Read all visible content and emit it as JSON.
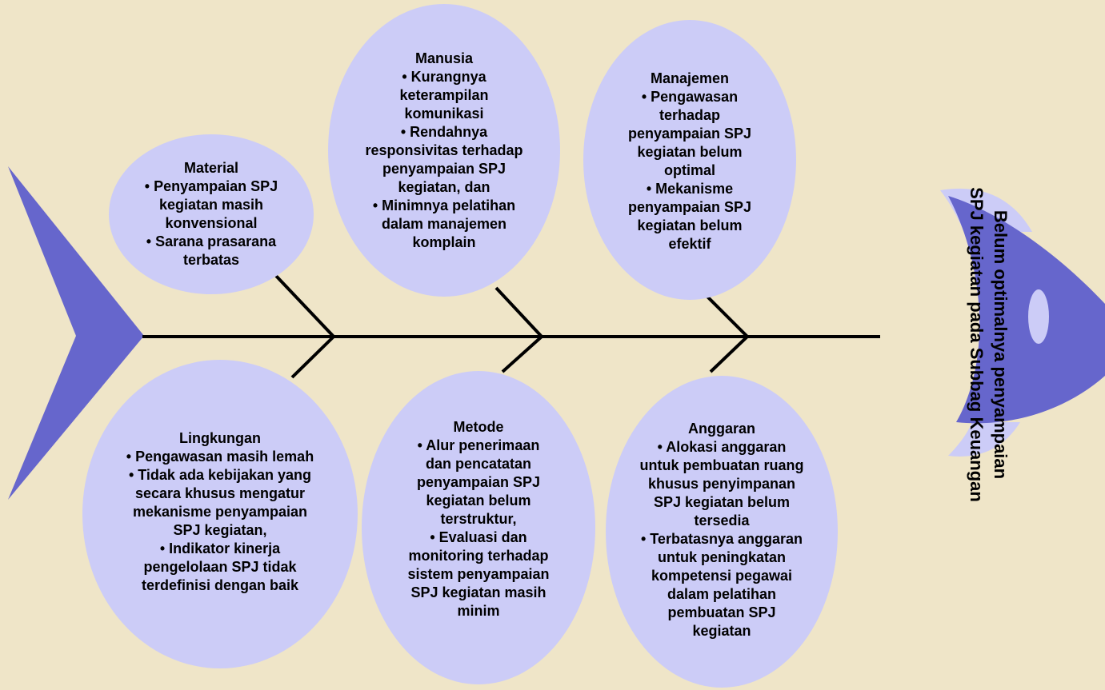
{
  "colors": {
    "background": "#efe5c8",
    "bubble_fill": "#ccccf7",
    "fish_fill": "#6666cc",
    "bone": "#000000"
  },
  "head": {
    "line1": "Belum optimalnya penyampaian",
    "line2": "SPJ kegiatan  pada Subbag Keuangan"
  },
  "causes": {
    "material": {
      "title": "Material",
      "items": [
        "• Penyampaian SPJ",
        "kegiatan masih",
        "konvensional",
        "• Sarana prasarana",
        "terbatas"
      ]
    },
    "manusia": {
      "title": "Manusia",
      "items": [
        "• Kurangnya",
        "keterampilan",
        "komunikasi",
        "• Rendahnya",
        "responsivitas terhadap",
        "penyampaian SPJ",
        "kegiatan, dan",
        "• Minimnya pelatihan",
        "dalam manajemen",
        "komplain"
      ]
    },
    "manajemen": {
      "title": "Manajemen",
      "items": [
        "• Pengawasan",
        "terhadap",
        "penyampaian SPJ",
        "kegiatan belum",
        "optimal",
        "• Mekanisme",
        "penyampaian SPJ",
        "kegiatan belum",
        "efektif"
      ]
    },
    "lingkungan": {
      "title": "Lingkungan",
      "items": [
        "• Pengawasan masih lemah",
        "• Tidak ada kebijakan yang",
        "secara khusus mengatur",
        "mekanisme penyampaian",
        "SPJ kegiatan,",
        "• Indikator kinerja",
        "pengelolaan SPJ tidak",
        "terdefinisi dengan baik"
      ]
    },
    "metode": {
      "title": "Metode",
      "items": [
        "• Alur penerimaan",
        "dan pencatatan",
        "penyampaian SPJ",
        "kegiatan belum",
        "terstruktur,",
        "• Evaluasi dan",
        "monitoring terhadap",
        "sistem penyampaian",
        "SPJ kegiatan masih",
        "minim"
      ]
    },
    "anggaran": {
      "title": "Anggaran",
      "items": [
        "• Alokasi anggaran",
        "untuk pembuatan ruang",
        "khusus penyimpanan",
        "SPJ kegiatan belum",
        "tersedia",
        "• Terbatasnya anggaran",
        "untuk peningkatan",
        "kompetensi pegawai",
        "dalam pelatihan",
        "pembuatan SPJ",
        "kegiatan"
      ]
    }
  }
}
